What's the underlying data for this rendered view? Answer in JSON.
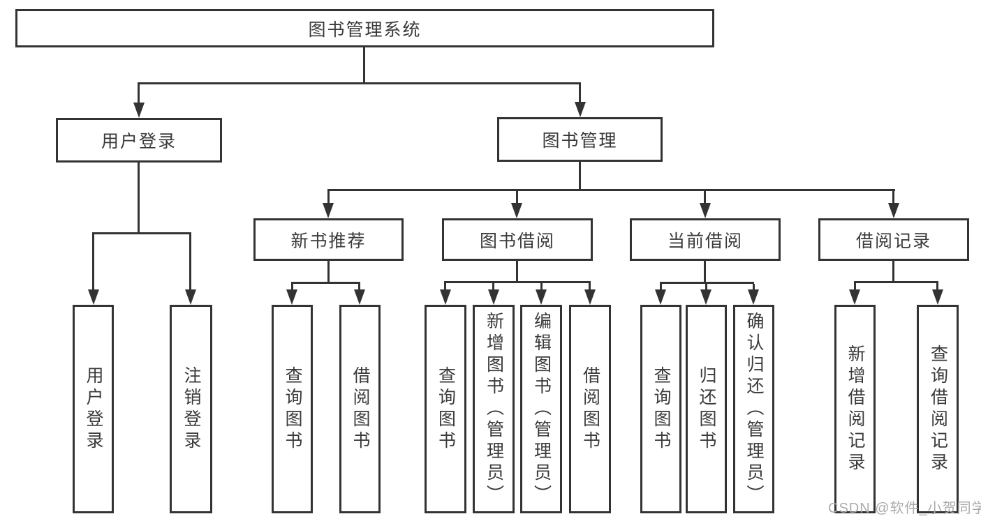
{
  "nodes": {
    "root": {
      "label": "图书管理系统"
    },
    "login": {
      "label": "用户登录"
    },
    "mgmt": {
      "label": "图书管理"
    },
    "login_children": [
      {
        "label": "用户登录"
      },
      {
        "label": "注销登录"
      }
    ],
    "groups": [
      {
        "label": "新书推荐",
        "children": [
          {
            "label": "查询图书"
          },
          {
            "label": "借阅图书"
          }
        ]
      },
      {
        "label": "图书借阅",
        "children": [
          {
            "label": "查询图书"
          },
          {
            "label": "新增图书（管理员）"
          },
          {
            "label": "编辑图书（管理员）"
          },
          {
            "label": "借阅图书"
          }
        ]
      },
      {
        "label": "当前借阅",
        "children": [
          {
            "label": "查询图书"
          },
          {
            "label": "归还图书"
          },
          {
            "label": "确认归还（管理员）"
          }
        ]
      },
      {
        "label": "借阅记录",
        "children": [
          {
            "label": "新增借阅记录"
          },
          {
            "label": "查询借阅记录"
          }
        ]
      }
    ]
  },
  "watermark": {
    "text": "CSDN @软件_小贺同学"
  },
  "colors": {
    "line": "#333333",
    "text": "#3a3a3a",
    "watermark": "#ababab",
    "background": "#ffffff"
  }
}
